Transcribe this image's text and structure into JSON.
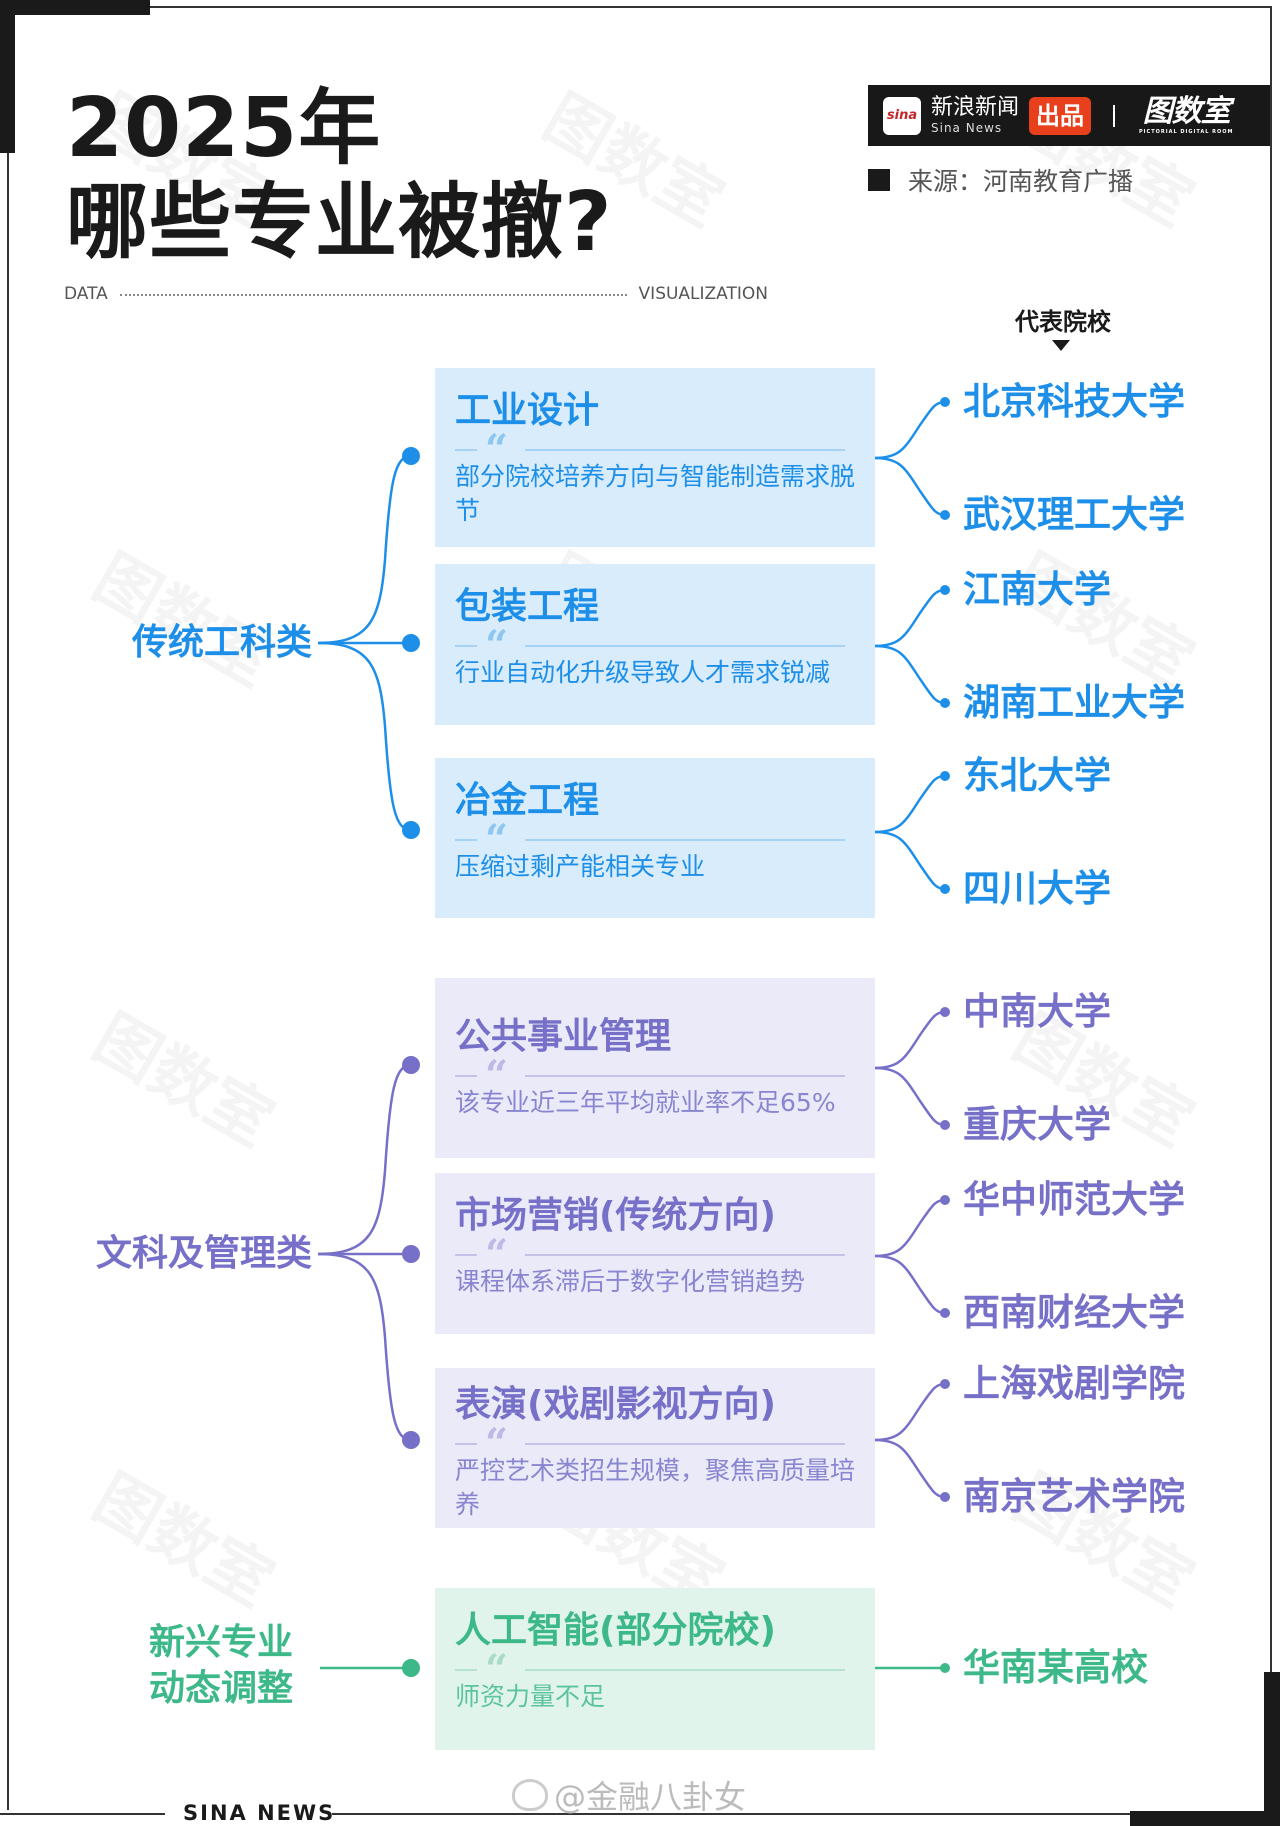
{
  "header": {
    "title_line1": "2025年",
    "title_line2": "哪些专业被撤?",
    "data_label": "DATA",
    "viz_label": "VISUALIZATION",
    "brand": {
      "sina_logo": "sina",
      "sina_name_zh": "新浪新闻",
      "sina_name_en": "Sina News",
      "badge": "出品",
      "partner_zh": "图数室",
      "partner_en": "PICTORIAL DIGITAL ROOM"
    },
    "source": "来源：河南教育广播",
    "rep_schools_label": "代表院校"
  },
  "colors": {
    "blue": "#1e8fe8",
    "blue_bg": "#d8ecfb",
    "purple": "#7670c8",
    "purple_bg": "#eaeaf8",
    "green": "#3cb889",
    "green_bg": "#e0f4ec",
    "badge_red": "#e8401c"
  },
  "categories": [
    {
      "label": "传统工科类",
      "majors": [
        {
          "name": "工业设计",
          "reason": "部分院校培养方向与智能制造需求脱节",
          "schools": [
            "北京科技大学",
            "武汉理工大学"
          ]
        },
        {
          "name": "包装工程",
          "reason": "行业自动化升级导致人才需求锐减",
          "schools": [
            "江南大学",
            "湖南工业大学"
          ]
        },
        {
          "name": "冶金工程",
          "reason": "压缩过剩产能相关专业",
          "schools": [
            "东北大学",
            "四川大学"
          ]
        }
      ]
    },
    {
      "label": "文科及管理类",
      "majors": [
        {
          "name": "公共事业管理",
          "reason": "该专业近三年平均就业率不足65%",
          "schools": [
            "中南大学",
            "重庆大学"
          ]
        },
        {
          "name": "市场营销(传统方向)",
          "reason": "课程体系滞后于数字化营销趋势",
          "schools": [
            "华中师范大学",
            "西南财经大学"
          ]
        },
        {
          "name": "表演(戏剧影视方向)",
          "reason": "严控艺术类招生规模，聚焦高质量培养",
          "schools": [
            "上海戏剧学院",
            "南京艺术学院"
          ]
        }
      ]
    },
    {
      "label_line1": "新兴专业",
      "label_line2": "动态调整",
      "majors": [
        {
          "name": "人工智能(部分院校)",
          "reason": "师资力量不足",
          "schools": [
            "华南某高校"
          ]
        }
      ]
    }
  ],
  "footer": {
    "weibo_handle": "@金融八卦女",
    "sina_news": "SINA NEWS"
  }
}
